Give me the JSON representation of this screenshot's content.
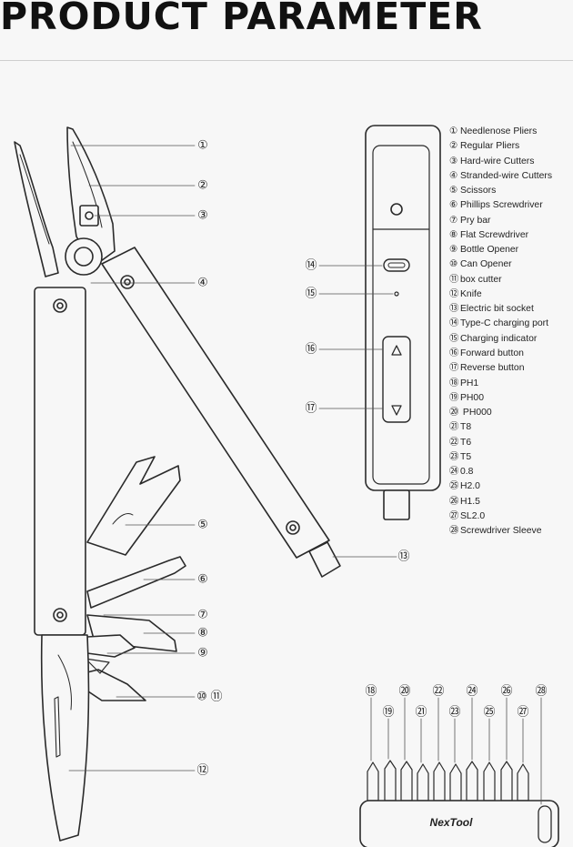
{
  "title": "PRODUCT PARAMETER",
  "brand": "NexTool",
  "parts": [
    {
      "num": "①",
      "label": "Needlenose Pliers"
    },
    {
      "num": "②",
      "label": "Regular Pliers"
    },
    {
      "num": "③",
      "label": "Hard-wire  Cutters"
    },
    {
      "num": "④",
      "label": "Stranded-wire  Cutters"
    },
    {
      "num": "⑤",
      "label": "Scissors"
    },
    {
      "num": "⑥",
      "label": "Phillips Screwdriver"
    },
    {
      "num": "⑦",
      "label": "Pry bar"
    },
    {
      "num": "⑧",
      "label": "Flat Screwdriver"
    },
    {
      "num": "⑨",
      "label": "Bottle Opener"
    },
    {
      "num": "⑩",
      "label": "Can Opener"
    },
    {
      "num": "⑪",
      "label": "box cutter"
    },
    {
      "num": "⑫",
      "label": "Knife"
    },
    {
      "num": "⑬",
      "label": "Electric bit socket"
    },
    {
      "num": "⑭",
      "label": "Type-C charging port"
    },
    {
      "num": "⑮",
      "label": "Charging indicator"
    },
    {
      "num": "⑯",
      "label": "Forward button"
    },
    {
      "num": "⑰",
      "label": "Reverse button"
    },
    {
      "num": "⑱",
      "label": "PH1"
    },
    {
      "num": "⑲",
      "label": "PH00"
    },
    {
      "num": "⑳",
      "label": " PH000"
    },
    {
      "num": "㉑",
      "label": "T8"
    },
    {
      "num": "㉒",
      "label": "T6"
    },
    {
      "num": "㉓",
      "label": "T5"
    },
    {
      "num": "㉔",
      "label": "0.8"
    },
    {
      "num": "㉕",
      "label": "H2.0"
    },
    {
      "num": "㉖",
      "label": "H1.5"
    },
    {
      "num": "㉗",
      "label": "SL2.0"
    },
    {
      "num": "㉘",
      "label": "Screwdriver Sleeve"
    }
  ],
  "callouts": {
    "c1": "①",
    "c2": "②",
    "c3": "③",
    "c4": "④",
    "c5": "⑤",
    "c6": "⑥",
    "c7": "⑦",
    "c8": "⑧",
    "c9": "⑨",
    "c10": "⑩",
    "c11": "⑪",
    "c12": "⑫",
    "c13": "⑬",
    "c14": "⑭",
    "c15": "⑮",
    "c16": "⑯",
    "c17": "⑰",
    "c18": "⑱",
    "c19": "⑲",
    "c20": "⑳",
    "c21": "㉑",
    "c22": "㉒",
    "c23": "㉓",
    "c24": "㉔",
    "c25": "㉕",
    "c26": "㉖",
    "c27": "㉗",
    "c28": "㉘"
  },
  "icons": {
    "forward": "arrow-up-triangle-icon",
    "reverse": "arrow-down-triangle-icon"
  },
  "colors": {
    "background": "#f7f7f7",
    "line": "#2a2a2a",
    "leader": "#555555"
  }
}
